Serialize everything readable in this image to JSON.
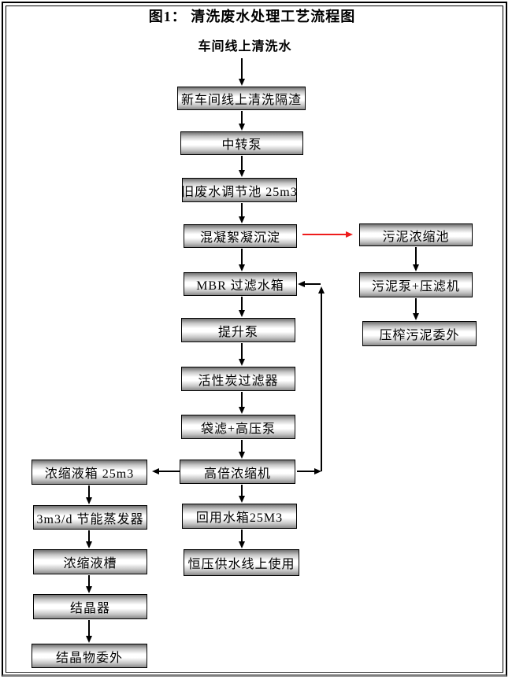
{
  "page": {
    "title": "图1：  清洗废水处理工艺流程图",
    "source_label": "车间线上清洗水"
  },
  "main_flow": [
    "新车间线上清洗隔渣",
    "中转泵",
    "旧废水调节池 25m3",
    "混凝絮凝沉淀",
    "MBR 过滤水箱",
    "提升泵",
    "活性炭过滤器",
    "袋滤+高压泵",
    "高倍浓缩机",
    "回用水箱25M3",
    "恒压供水线上使用"
  ],
  "sludge_branch": [
    "污泥浓缩池",
    "污泥泵+压滤机",
    "压榨污泥委外"
  ],
  "concentrate_branch": [
    "浓缩液箱 25m3",
    "3m3/d 节能蒸发器",
    "浓缩液槽",
    "结晶器",
    "结晶物委外"
  ],
  "colors": {
    "box_border": "#000000",
    "box_gradient_top": "#6f6f6f",
    "box_gradient_mid": "#ffffff",
    "box_gradient_bottom": "#8a8a8a",
    "arrow": "#000000",
    "sludge_arrow_red": "#ee1c1c"
  }
}
